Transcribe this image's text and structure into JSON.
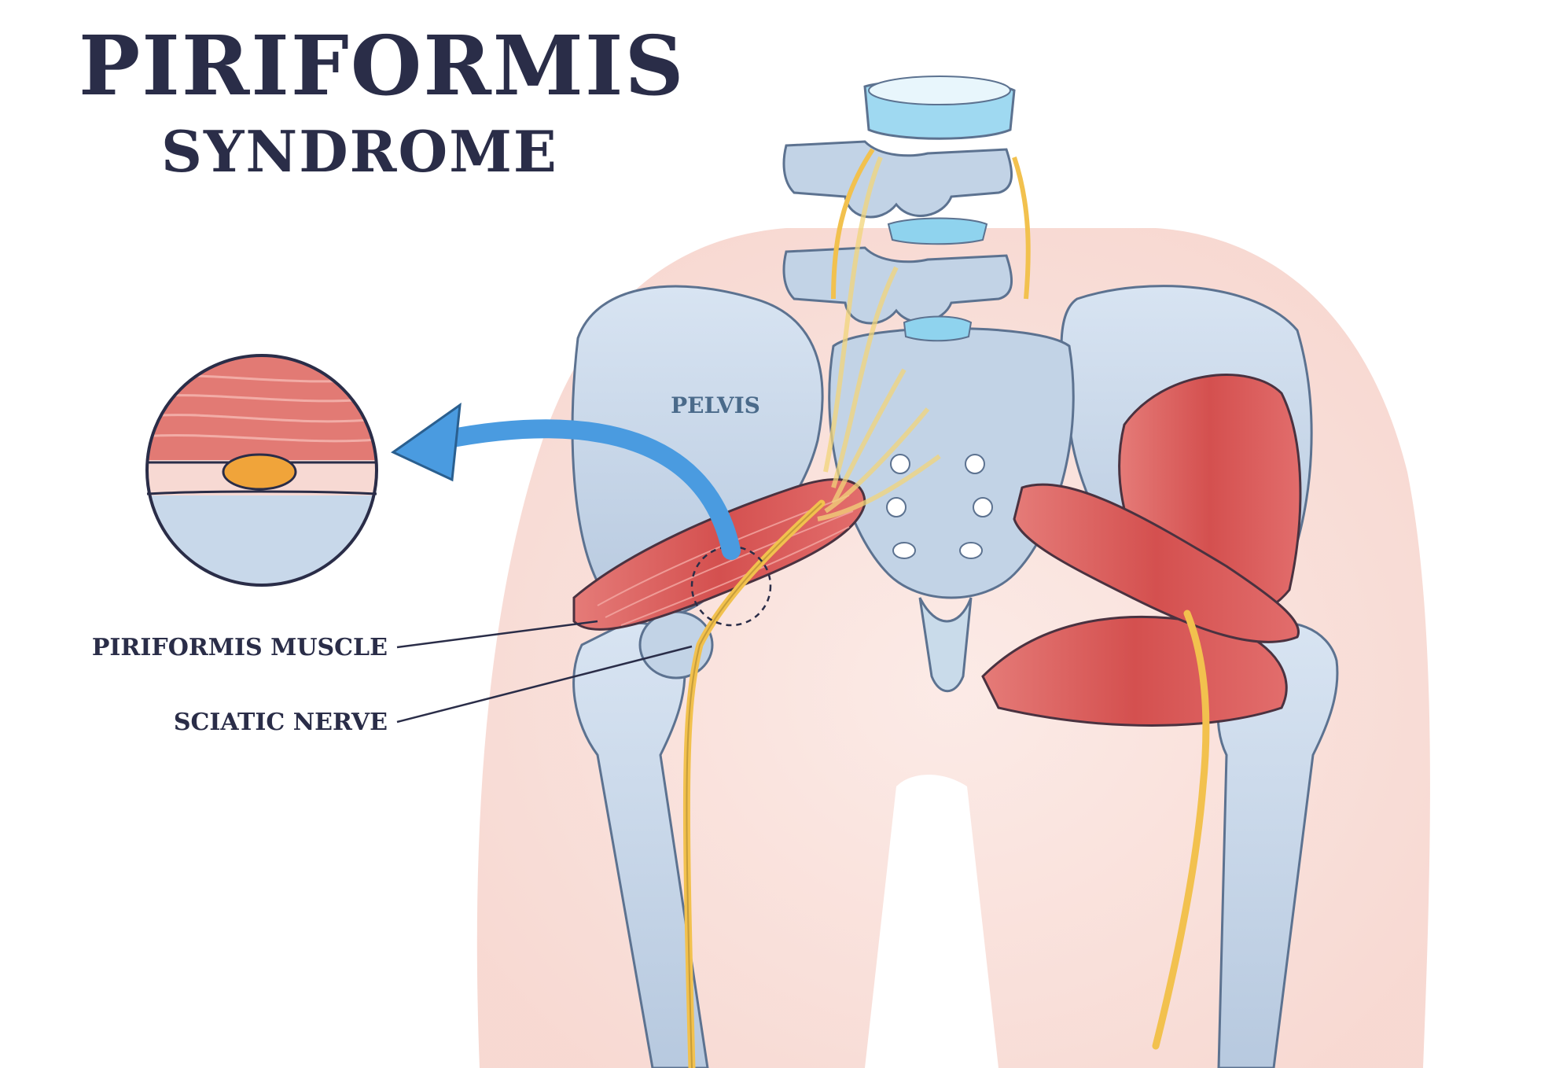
{
  "title": {
    "main": "PIRIFORMIS",
    "sub": "SYNDROME"
  },
  "labels": {
    "pelvis": "PELVIS",
    "piriformis_muscle": "PIRIFORMIS MUSCLE",
    "sciatic_nerve": "SCIATIC NERVE"
  },
  "colors": {
    "title_text": "#2a2d48",
    "bone": "#c9d8ea",
    "bone_outline": "#5c7290",
    "disc": "#8fd3ee",
    "muscle": "#d9595a",
    "nerve": "#f2c14e",
    "arrow": "#4a9be0",
    "skin": "#f7ddd7"
  }
}
